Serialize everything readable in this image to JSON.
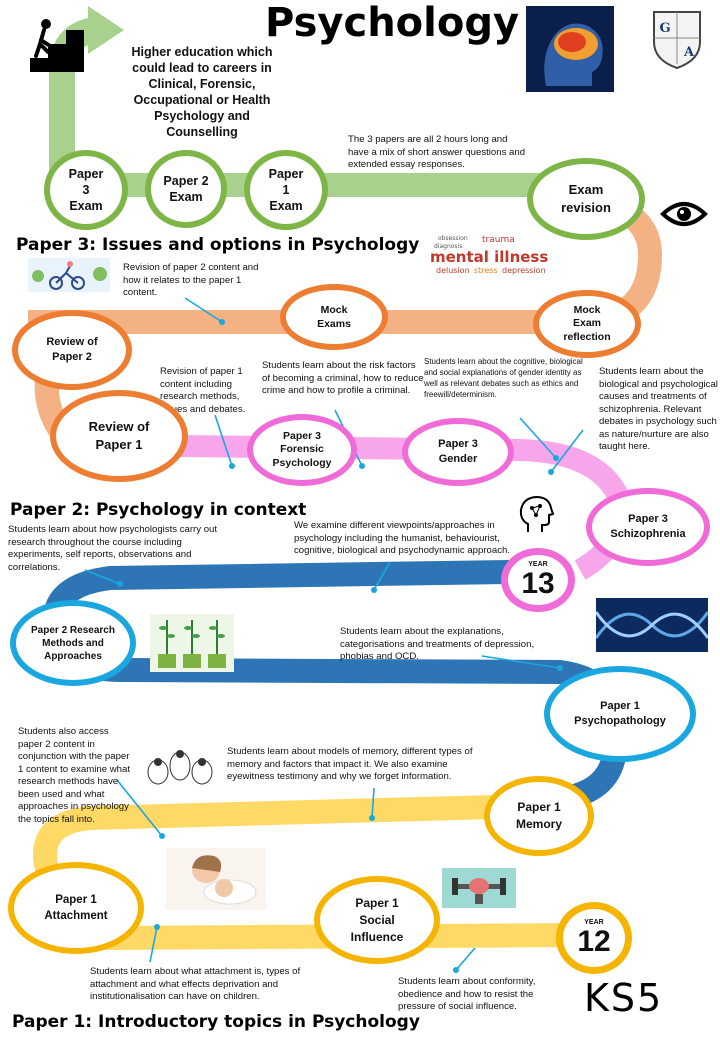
{
  "title": "Psychology",
  "logo_letters": [
    "G",
    "A"
  ],
  "higher_education": "Higher education which could lead to careers in Clinical, Forensic, Occupational or Health Psychology and Counselling",
  "headings": {
    "paper3": "Paper 3: Issues and options in Psychology",
    "paper2": "Paper 2: Psychology in context",
    "paper1": "Paper 1: Introductory topics in Psychology"
  },
  "circles": {
    "p3_exam": "Paper 3 Exam",
    "p2_exam": "Paper 2 Exam",
    "p1_exam": "Paper 1 Exam",
    "exam_revision": "Exam revision",
    "mock_exams": "Mock Exams",
    "mock_reflection": "Mock Exam reflection",
    "review_p2": "Review of Paper 2",
    "review_p1": "Review of Paper 1",
    "forensic": "Paper 3 Forensic Psychology",
    "gender": "Paper 3 Gender",
    "schizophrenia": "Paper 3 Schizophrenia",
    "research": "Paper 2 Research Methods and Approaches",
    "psychopathology": "Paper 1 Psychopathology",
    "memory": "Paper 1 Memory",
    "attachment": "Paper 1 Attachment",
    "social": "Paper 1 Social Influence"
  },
  "years": {
    "y13_label": "YEAR",
    "y13_num": "13",
    "y12_label": "YEAR",
    "y12_num": "12"
  },
  "ks5": "KS5",
  "wordcloud": {
    "w1": "mental illness",
    "w2": "trauma",
    "w3": "delusion",
    "w4": "stress",
    "w5": "depression",
    "w6": "obsession",
    "w7": "diagnosis"
  },
  "notes": {
    "papers": "The 3 papers are all 2 hours long and have a mix of short answer questions and extended essay responses.",
    "revision_p2": "Revision of paper 2 content and how it relates to the paper 1 content.",
    "revision_p1": "Revision of paper 1 content including research methods, issues and debates.",
    "forensic": "Students learn about the risk factors of becoming a criminal, how to reduce crime and how to profile a criminal.",
    "gender": "Students learn about the cognitive, biological and social explanations of gender identity as well as relevant debates such as ethics and freewill/determinism.",
    "schizophrenia": "Students learn about the biological and psychological causes and treatments of schizophrenia. Relevant debates in psychology such as nature/nurture are also taught here.",
    "research": "Students learn about how psychologists carry out research throughout the course including experiments, self reports, observations and correlations.",
    "approaches": "We examine different viewpoints/approaches in psychology including the humanist, behaviourist, cognitive, biological and psychodynamic approach.",
    "psychopathology": "Students learn about the explanations, categorisations and treatments of depression, phobias and OCD.",
    "paper2_access": "Students also access paper 2 content in conjunction with the paper 1 content to examine what research methods have been used and what approaches in psychology the topics fall into.",
    "memory": "Students learn about models of memory, different types of memory and factors that impact it. We also examine eyewitness testimony and why we forget information.",
    "attachment": "Students learn about what attachment is, types of attachment and what effects deprivation and institutionalisation can have on children.",
    "social": "Students learn about conformity, obedience and how to resist the pressure of social influence."
  },
  "colors": {
    "green": "#7db646",
    "green_light": "#a9d18e",
    "orange": "#ed7d31",
    "orange_light": "#f4b183",
    "pink": "#f06bd8",
    "pink_light": "#f7a6ec",
    "blue": "#2e75b6",
    "cyan": "#1aa7e0",
    "gold": "#f4b400",
    "gold_light": "#ffd966"
  },
  "icons": [
    "stairs-icon",
    "eye-icon",
    "brain-head-icon",
    "ai-head-icon",
    "dna-image",
    "plants-image",
    "bicycle-image",
    "baby-image",
    "sheep-image",
    "dumbbell-brain-image"
  ]
}
